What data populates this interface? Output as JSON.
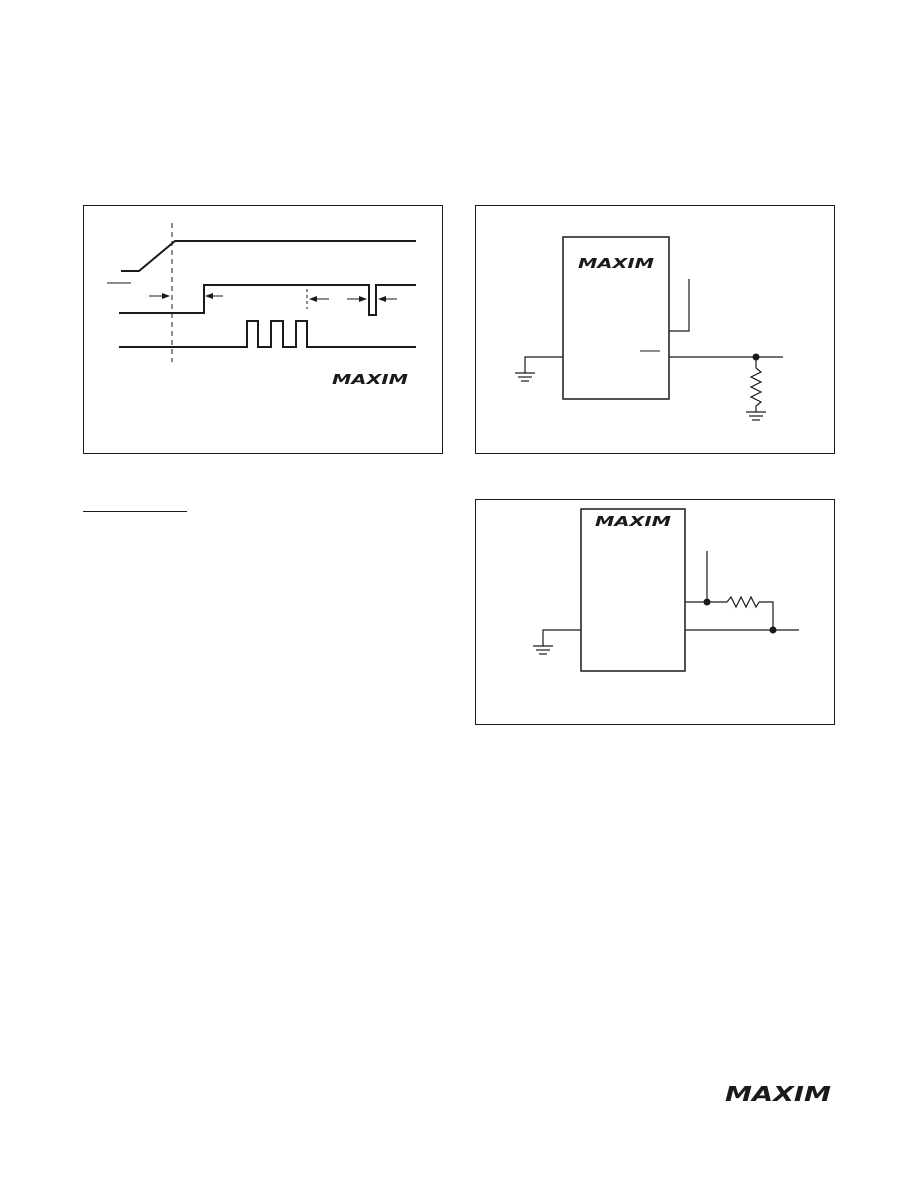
{
  "brand": {
    "logo_text": "MAXIM",
    "line_color": "#1a1a1a"
  },
  "figures": {
    "timing": {
      "signals": [
        "supply-ramp",
        "reset-output",
        "watchdog-input-pulses"
      ]
    },
    "schematic_pulldown": {
      "components": [
        "ic",
        "ground",
        "resistor",
        "ground"
      ]
    },
    "schematic_pullup": {
      "components": [
        "ic",
        "ground",
        "resistor"
      ]
    }
  },
  "footer": {
    "logo_text": "MAXIM"
  }
}
